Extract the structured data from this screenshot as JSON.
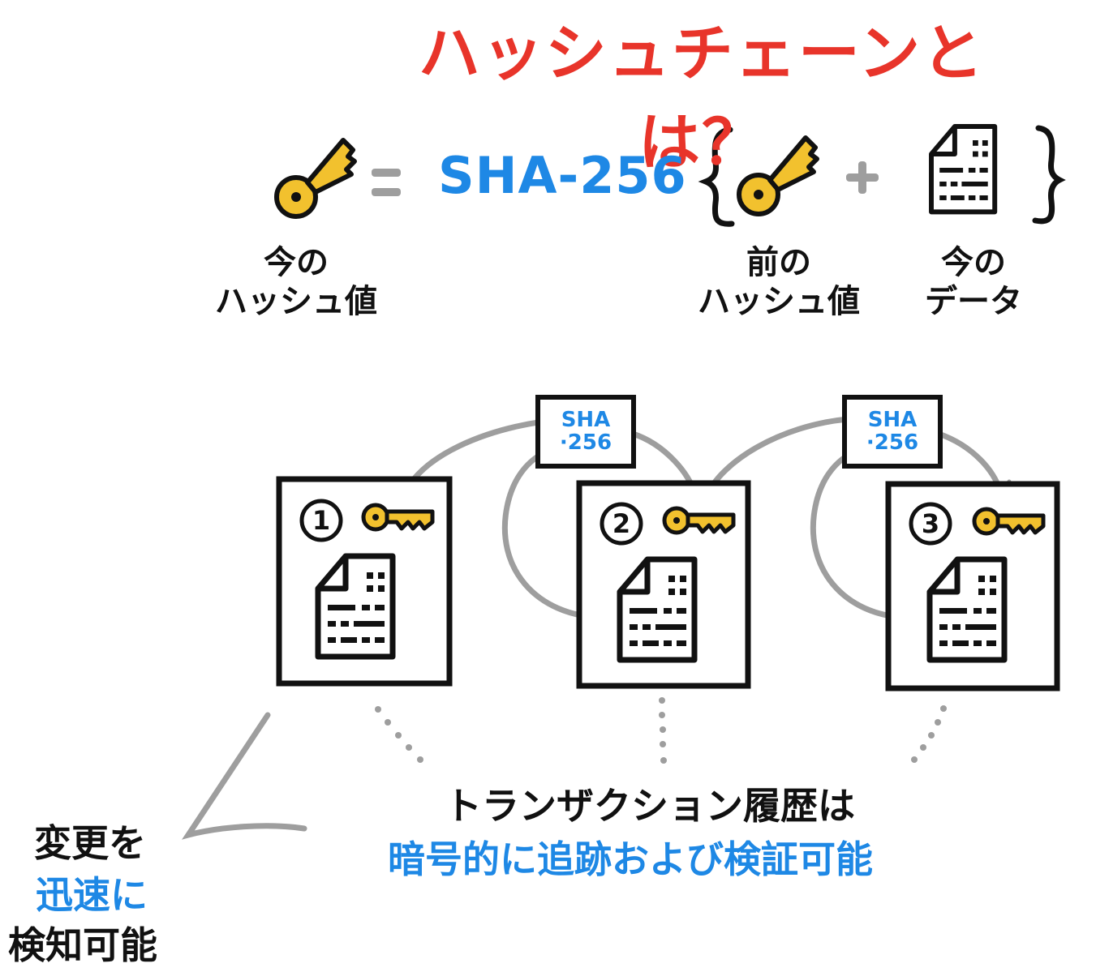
{
  "title": "ハッシュチェーンとは？",
  "formula": {
    "algorithm": "SHA-256",
    "current_hash_label": [
      "今の",
      "ハッシュ値"
    ],
    "previous_hash_label": [
      "前の",
      "ハッシュ値"
    ],
    "current_data_label": [
      "今の",
      "データ"
    ]
  },
  "chain": {
    "badge_lines": [
      "SHA",
      "·256"
    ],
    "blocks": [
      {
        "number": "1"
      },
      {
        "number": "2"
      },
      {
        "number": "3"
      }
    ]
  },
  "notes": {
    "left": [
      "変更を",
      "迅速に",
      "検知可能"
    ],
    "bottom": [
      "トランザクション履歴は",
      "暗号的に追跡および検証可能"
    ]
  },
  "colors": {
    "title": "#e8342a",
    "accent_blue": "#1e88e5",
    "key_gold": "#f2c12e",
    "connector_gray": "#9e9e9e"
  }
}
